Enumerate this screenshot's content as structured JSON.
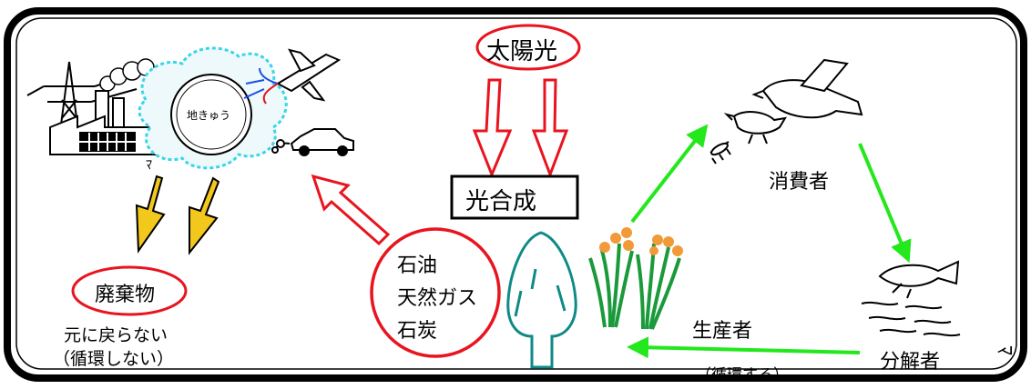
{
  "labels": {
    "sunlight": "太陽光",
    "photosynthesis": "光合成",
    "earth": "地きゅう",
    "waste": "廃棄物",
    "waste_note_1": "元に戻らない",
    "waste_note_2": "（循環しない）",
    "fossil_1": "石油",
    "fossil_2": "天然ガス",
    "fossil_3": "石炭",
    "consumer": "消費者",
    "producer": "生産者",
    "decomposer": "分解者",
    "cycle_note": "（循環する）"
  },
  "colors": {
    "red": "#e8141e",
    "green": "#22e81c",
    "yellow": "#f2c81c",
    "teal": "#0f8a86",
    "cloud": "#39d5e8",
    "orange": "#f29a3a",
    "plant": "#1a9a3a"
  }
}
